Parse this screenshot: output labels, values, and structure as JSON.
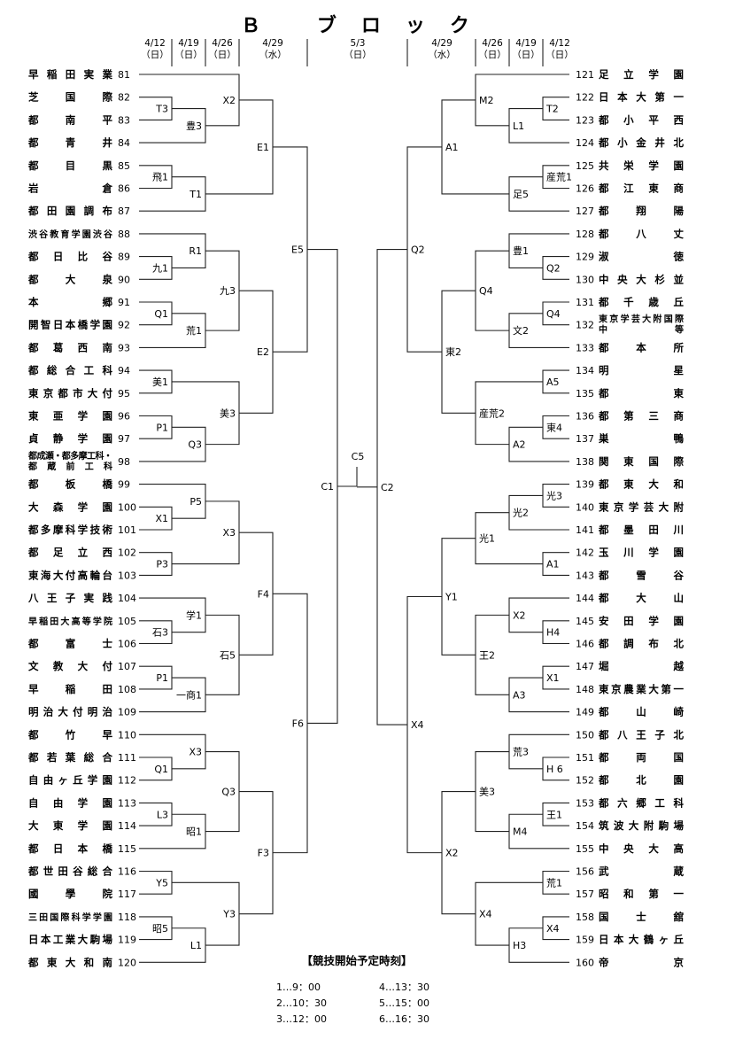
{
  "title": "Ｂ ブロック",
  "dates": {
    "left": [
      [
        "4/12",
        "（日）"
      ],
      [
        "4/19",
        "（日）"
      ],
      [
        "4/26",
        "（日）"
      ],
      [
        "4/29",
        "（水）"
      ]
    ],
    "center": [
      "5/3",
      "（日）"
    ],
    "right": [
      [
        "4/29",
        "（水）"
      ],
      [
        "4/26",
        "（日）"
      ],
      [
        "4/19",
        "（日）"
      ],
      [
        "4/12",
        "（日）"
      ]
    ]
  },
  "left_teams": [
    {
      "no": "81",
      "name": "早稲田実業"
    },
    {
      "no": "82",
      "name": "芝国際"
    },
    {
      "no": "83",
      "name": "都南平"
    },
    {
      "no": "84",
      "name": "都青井"
    },
    {
      "no": "85",
      "name": "都目黒"
    },
    {
      "no": "86",
      "name": "岩倉"
    },
    {
      "no": "87",
      "name": "都田園調布"
    },
    {
      "no": "88",
      "name": "渋谷教育学園渋谷"
    },
    {
      "no": "89",
      "name": "都日比谷"
    },
    {
      "no": "90",
      "name": "都大泉"
    },
    {
      "no": "91",
      "name": "本郷"
    },
    {
      "no": "92",
      "name": "開智日本橋学園"
    },
    {
      "no": "93",
      "name": "都葛西南"
    },
    {
      "no": "94",
      "name": "都総合工科"
    },
    {
      "no": "95",
      "name": "東京都市大付"
    },
    {
      "no": "96",
      "name": "東亜学園"
    },
    {
      "no": "97",
      "name": "貞静学園"
    },
    {
      "no": "98",
      "name": "都成瀬・都多摩工科・都蔵前工科",
      "lines": [
        "都成瀬・都多摩工科・",
        "都　蔵　前　工　科"
      ]
    },
    {
      "no": "99",
      "name": "都板橋"
    },
    {
      "no": "100",
      "name": "大森学園"
    },
    {
      "no": "101",
      "name": "都多摩科学技術"
    },
    {
      "no": "102",
      "name": "都足立西"
    },
    {
      "no": "103",
      "name": "東海大付高輪台"
    },
    {
      "no": "104",
      "name": "八王子実践"
    },
    {
      "no": "105",
      "name": "早稲田大高等学院"
    },
    {
      "no": "106",
      "name": "都富士"
    },
    {
      "no": "107",
      "name": "文教大付"
    },
    {
      "no": "108",
      "name": "早稲田"
    },
    {
      "no": "109",
      "name": "明治大付明治"
    },
    {
      "no": "110",
      "name": "都竹早"
    },
    {
      "no": "111",
      "name": "都若葉総合"
    },
    {
      "no": "112",
      "name": "自由ヶ丘学園"
    },
    {
      "no": "113",
      "name": "自由学園"
    },
    {
      "no": "114",
      "name": "大東学園"
    },
    {
      "no": "115",
      "name": "都日本橋"
    },
    {
      "no": "116",
      "name": "都世田谷総合"
    },
    {
      "no": "117",
      "name": "國學院"
    },
    {
      "no": "118",
      "name": "三田国際科学学園"
    },
    {
      "no": "119",
      "name": "日本工業大駒場"
    },
    {
      "no": "120",
      "name": "都東大和南"
    }
  ],
  "right_teams": [
    {
      "no": "121",
      "name": "足立学園"
    },
    {
      "no": "122",
      "name": "日本大第一"
    },
    {
      "no": "123",
      "name": "都小平西"
    },
    {
      "no": "124",
      "name": "都小金井北"
    },
    {
      "no": "125",
      "name": "共栄学園"
    },
    {
      "no": "126",
      "name": "都江東商"
    },
    {
      "no": "127",
      "name": "都翔陽"
    },
    {
      "no": "128",
      "name": "都八丈"
    },
    {
      "no": "129",
      "name": "淑徳"
    },
    {
      "no": "130",
      "name": "中央大杉並"
    },
    {
      "no": "131",
      "name": "都千歳丘"
    },
    {
      "no": "132",
      "name": "東京学芸大附国際中等",
      "lines": [
        "東京学芸大附国際",
        "中　　　　　　等"
      ]
    },
    {
      "no": "133",
      "name": "都本所"
    },
    {
      "no": "134",
      "name": "明星"
    },
    {
      "no": "135",
      "name": "都東"
    },
    {
      "no": "136",
      "name": "都第三商"
    },
    {
      "no": "137",
      "name": "巣鴨"
    },
    {
      "no": "138",
      "name": "関東国際"
    },
    {
      "no": "139",
      "name": "都東大和"
    },
    {
      "no": "140",
      "name": "東京学芸大附"
    },
    {
      "no": "141",
      "name": "都墨田川"
    },
    {
      "no": "142",
      "name": "玉川学園"
    },
    {
      "no": "143",
      "name": "都雪谷"
    },
    {
      "no": "144",
      "name": "都大山"
    },
    {
      "no": "145",
      "name": "安田学園"
    },
    {
      "no": "146",
      "name": "都調布北"
    },
    {
      "no": "147",
      "name": "堀越"
    },
    {
      "no": "148",
      "name": "東京農業大第一"
    },
    {
      "no": "149",
      "name": "都山崎"
    },
    {
      "no": "150",
      "name": "都八王子北"
    },
    {
      "no": "151",
      "name": "都両国"
    },
    {
      "no": "152",
      "name": "都北園"
    },
    {
      "no": "153",
      "name": "都六郷工科"
    },
    {
      "no": "154",
      "name": "筑波大附駒場"
    },
    {
      "no": "155",
      "name": "中央大高"
    },
    {
      "no": "156",
      "name": "武蔵"
    },
    {
      "no": "157",
      "name": "昭和第一"
    },
    {
      "no": "158",
      "name": "国士舘"
    },
    {
      "no": "159",
      "name": "日本大鶴ヶ丘"
    },
    {
      "no": "160",
      "name": "帝京"
    }
  ],
  "match_codes": {
    "left": [
      "T3",
      "豊3",
      "X2",
      "飛1",
      "T1",
      "E1",
      "九1",
      "R1",
      "Q1",
      "荒1",
      "九3",
      "美1",
      "P1",
      "Q3",
      "美3",
      "E2",
      "E5",
      "X1",
      "P5",
      "P3",
      "X3",
      "石3",
      "学1",
      "P1",
      "一商1",
      "石5",
      "F4",
      "Q1",
      "X3",
      "L3",
      "昭1",
      "Q3",
      "Y5",
      "昭5",
      "L1",
      "Y3",
      "F3",
      "F6",
      "C1"
    ],
    "right": [
      "T2",
      "L1",
      "M2",
      "産荒1",
      "足5",
      "A1",
      "Q2",
      "豊1",
      "Q4",
      "文2",
      "Q4",
      "A5",
      "東4",
      "A2",
      "産荒2",
      "東2",
      "Q2",
      "光3",
      "光2",
      "A1",
      "光1",
      "H4",
      "X2",
      "X1",
      "A3",
      "王2",
      "Y1",
      "H 6",
      "荒3",
      "王1",
      "M4",
      "美3",
      "荒1",
      "X4",
      "H3",
      "X4",
      "X2",
      "X4",
      "C2"
    ],
    "center": "C5"
  },
  "schedule": {
    "title": "【競技開始予定時刻】",
    "items": [
      "1…9：00",
      "2…10：30",
      "3…12：00",
      "4…13：30",
      "5…15：00",
      "6…16：30"
    ]
  }
}
